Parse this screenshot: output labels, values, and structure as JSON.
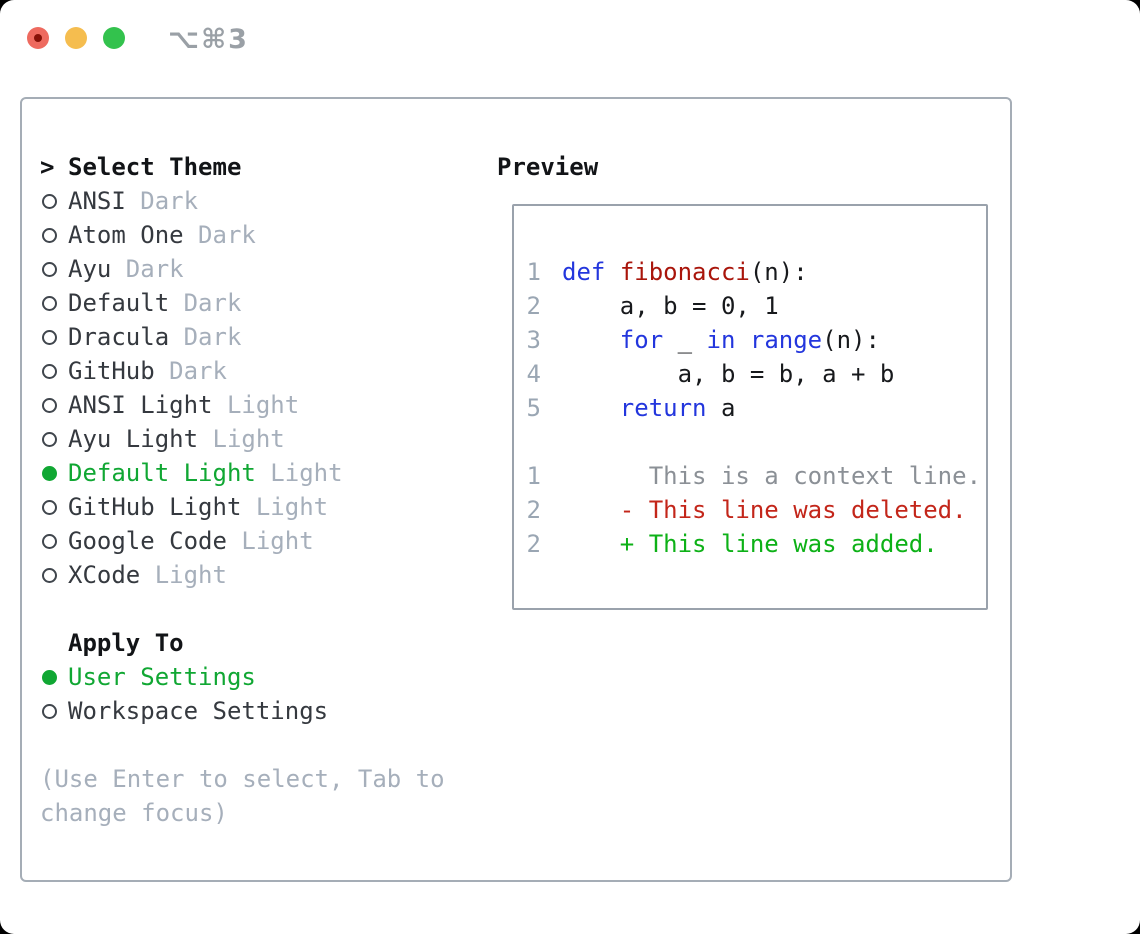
{
  "window": {
    "shortcut": "⌥⌘3",
    "traffic_lights": [
      "close",
      "minimize",
      "zoom"
    ]
  },
  "theme_panel": {
    "header": {
      "pointer": ">",
      "label": "Select Theme"
    },
    "themes": [
      {
        "name": "ANSI",
        "variant": "Dark",
        "selected": false
      },
      {
        "name": "Atom One",
        "variant": "Dark",
        "selected": false
      },
      {
        "name": "Ayu",
        "variant": "Dark",
        "selected": false
      },
      {
        "name": "Default",
        "variant": "Dark",
        "selected": false
      },
      {
        "name": "Dracula",
        "variant": "Dark",
        "selected": false
      },
      {
        "name": "GitHub",
        "variant": "Dark",
        "selected": false
      },
      {
        "name": "ANSI Light",
        "variant": "Light",
        "selected": false
      },
      {
        "name": "Ayu Light",
        "variant": "Light",
        "selected": false
      },
      {
        "name": "Default Light",
        "variant": "Light",
        "selected": true
      },
      {
        "name": "GitHub Light",
        "variant": "Light",
        "selected": false
      },
      {
        "name": "Google Code",
        "variant": "Light",
        "selected": false
      },
      {
        "name": "XCode",
        "variant": "Light",
        "selected": false
      }
    ],
    "apply_to": {
      "label": "Apply To",
      "options": [
        {
          "label": "User Settings",
          "selected": true
        },
        {
          "label": "Workspace Settings",
          "selected": false
        }
      ]
    },
    "hint": "(Use Enter to select, Tab to change focus)"
  },
  "preview": {
    "title": "Preview",
    "code_lines": [
      {
        "num": "1",
        "tokens": [
          {
            "t": "def",
            "c": "keyword"
          },
          {
            "t": " "
          },
          {
            "t": "fibonacci",
            "c": "function"
          },
          {
            "t": "(n):"
          }
        ]
      },
      {
        "num": "2",
        "tokens": [
          {
            "t": "    a, b = 0, 1"
          }
        ]
      },
      {
        "num": "3",
        "tokens": [
          {
            "t": "    "
          },
          {
            "t": "for",
            "c": "keyword"
          },
          {
            "t": " _ "
          },
          {
            "t": "in",
            "c": "keyword"
          },
          {
            "t": " "
          },
          {
            "t": "range",
            "c": "keyword"
          },
          {
            "t": "(n):"
          }
        ]
      },
      {
        "num": "4",
        "tokens": [
          {
            "t": "        a, b = b, a + b"
          }
        ]
      },
      {
        "num": "5",
        "tokens": [
          {
            "t": "    "
          },
          {
            "t": "return",
            "c": "keyword"
          },
          {
            "t": " a"
          }
        ]
      }
    ],
    "diff_lines": [
      {
        "num": "1",
        "kind": "context",
        "text": "      This is a context line."
      },
      {
        "num": "2",
        "kind": "deleted",
        "text": "    - This line was deleted."
      },
      {
        "num": "2",
        "kind": "added",
        "text": "    + This line was added."
      }
    ]
  },
  "colors": {
    "selected_green": "#10a733",
    "keyword_blue": "#2336dd",
    "function_red": "#a9150b",
    "deleted_red": "#c3261a",
    "added_green": "#0db117",
    "context_gray": "#8b9096",
    "line_number_gray": "#9aa6b3",
    "muted_gray": "#a6afbb",
    "text_dark": "#35393f",
    "heading_black": "#121417",
    "border_gray": "#a5adb6",
    "traffic_red": "#ee6a5f",
    "traffic_red_dot": "#861108",
    "traffic_yellow": "#f5bd4f",
    "traffic_green": "#33c24d",
    "shortcut_gray": "#9aa0a6"
  }
}
